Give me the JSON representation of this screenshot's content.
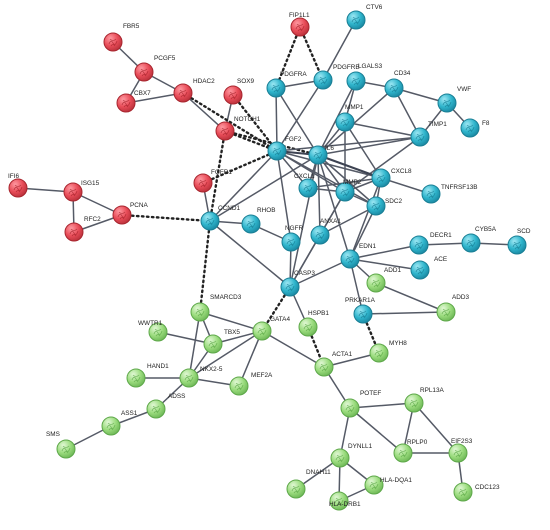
{
  "colors": {
    "red": "#e84c58",
    "red_stroke": "#a8262f",
    "cyan": "#2fb5cc",
    "cyan_stroke": "#1a7f95",
    "green": "#9bdc7e",
    "green_stroke": "#5ea84a",
    "edge": "#555a66"
  },
  "nodes": [
    {
      "id": "FBR5",
      "label": "FBR5",
      "color": "red",
      "icon": "protein-structure-icon"
    },
    {
      "id": "PCGF5",
      "label": "PCGF5",
      "color": "red",
      "icon": "protein-structure-icon"
    },
    {
      "id": "CBX7",
      "label": "CBX7",
      "color": "red",
      "icon": "protein-structure-icon"
    },
    {
      "id": "HDAC2",
      "label": "HDAC2",
      "color": "red",
      "icon": "protein-structure-icon"
    },
    {
      "id": "FIP1L1",
      "label": "FIP1L1",
      "color": "red",
      "icon": "protein-structure-icon"
    },
    {
      "id": "SOX9",
      "label": "SOX9",
      "color": "red",
      "icon": "protein-structure-icon"
    },
    {
      "id": "NOTCH1",
      "label": "NOTCH1",
      "color": "red",
      "icon": "protein-structure-icon"
    },
    {
      "id": "IFI6",
      "label": "IFI6",
      "color": "red",
      "icon": "protein-structure-icon"
    },
    {
      "id": "ISG15",
      "label": "ISG15",
      "color": "red",
      "icon": "protein-structure-icon"
    },
    {
      "id": "RFC2",
      "label": "RFC2",
      "color": "red",
      "icon": "protein-structure-icon"
    },
    {
      "id": "PCNA",
      "label": "PCNA",
      "color": "red",
      "icon": "protein-structure-icon"
    },
    {
      "id": "FGFR1",
      "label": "FGFR1",
      "color": "red",
      "icon": "protein-structure-icon"
    },
    {
      "id": "CTV6",
      "label": "CTV6",
      "color": "cyan",
      "icon": "protein-structure-icon"
    },
    {
      "id": "PDGFRB",
      "label": "PDGFRB",
      "color": "cyan",
      "icon": "protein-structure-icon"
    },
    {
      "id": "PDGFRA",
      "label": "PDGFRA",
      "color": "cyan",
      "icon": "protein-structure-icon"
    },
    {
      "id": "LGALS3",
      "label": "LGALS3",
      "color": "cyan",
      "icon": "protein-structure-icon"
    },
    {
      "id": "CD34",
      "label": "CD34",
      "color": "cyan",
      "icon": "protein-structure-icon"
    },
    {
      "id": "VWF",
      "label": "VWF",
      "color": "cyan",
      "icon": "protein-structure-icon"
    },
    {
      "id": "F8",
      "label": "F8",
      "color": "cyan",
      "icon": "protein-structure-icon"
    },
    {
      "id": "MMP1",
      "label": "MMP1",
      "color": "cyan",
      "icon": "protein-structure-icon"
    },
    {
      "id": "TIMP1",
      "label": "TIMP1",
      "color": "cyan",
      "icon": "protein-structure-icon"
    },
    {
      "id": "FGF2",
      "label": "FGF2",
      "color": "cyan",
      "icon": "protein-structure-icon"
    },
    {
      "id": "IL6",
      "label": "IL6",
      "color": "cyan",
      "icon": "protein-structure-icon"
    },
    {
      "id": "CXCL8",
      "label": "CXCL8",
      "color": "cyan",
      "icon": "protein-structure-icon"
    },
    {
      "id": "TNFRSF13B",
      "label": "TNFRSF13B",
      "color": "cyan",
      "icon": "protein-structure-icon"
    },
    {
      "id": "CXCL1",
      "label": "CXCL1",
      "color": "cyan",
      "icon": "protein-structure-icon"
    },
    {
      "id": "MMP2",
      "label": "MMP2",
      "color": "cyan",
      "icon": "protein-structure-icon"
    },
    {
      "id": "SDC2",
      "label": "SDC2",
      "color": "cyan",
      "icon": "protein-structure-icon"
    },
    {
      "id": "CCND1",
      "label": "CCND1",
      "color": "cyan",
      "icon": "protein-structure-icon"
    },
    {
      "id": "RHOB",
      "label": "RHOB",
      "color": "cyan",
      "icon": "protein-structure-icon"
    },
    {
      "id": "NGFR",
      "label": "NGFR",
      "color": "cyan",
      "icon": "protein-structure-icon"
    },
    {
      "id": "ANXA1",
      "label": "ANXA1",
      "color": "cyan",
      "icon": "protein-structure-icon"
    },
    {
      "id": "DECR1",
      "label": "DECR1",
      "color": "cyan",
      "icon": "protein-structure-icon"
    },
    {
      "id": "CYB5A",
      "label": "CYB5A",
      "color": "cyan",
      "icon": "protein-structure-icon"
    },
    {
      "id": "SCD",
      "label": "SCD",
      "color": "cyan",
      "icon": "protein-structure-icon"
    },
    {
      "id": "EDN1",
      "label": "EDN1",
      "color": "cyan",
      "icon": "protein-structure-icon"
    },
    {
      "id": "ACE",
      "label": "ACE",
      "color": "cyan",
      "icon": "protein-structure-icon"
    },
    {
      "id": "ADD1",
      "label": "ADD1",
      "color": "green",
      "icon": "protein-structure-icon"
    },
    {
      "id": "ADD3",
      "label": "ADD3",
      "color": "green",
      "icon": "protein-structure-icon"
    },
    {
      "id": "PRKAR1A",
      "label": "PRKAR1A",
      "color": "cyan",
      "icon": "protein-structure-icon"
    },
    {
      "id": "CASP3",
      "label": "CASP3",
      "color": "cyan",
      "icon": "protein-structure-icon"
    },
    {
      "id": "SMARCD3",
      "label": "SMARCD3",
      "color": "green",
      "icon": "protein-structure-icon"
    },
    {
      "id": "WWTR1",
      "label": "WWTR1",
      "color": "green",
      "icon": "protein-structure-icon"
    },
    {
      "id": "TBX5",
      "label": "TBX5",
      "color": "green",
      "icon": "protein-structure-icon"
    },
    {
      "id": "GATA4",
      "label": "GATA4",
      "color": "green",
      "icon": "protein-structure-icon"
    },
    {
      "id": "HSPB1",
      "label": "HSPB1",
      "color": "green",
      "icon": "protein-structure-icon"
    },
    {
      "id": "MYH8",
      "label": "MYH8",
      "color": "green",
      "icon": "protein-structure-icon"
    },
    {
      "id": "HAND1",
      "label": "HAND1",
      "color": "green",
      "icon": "protein-structure-icon"
    },
    {
      "id": "NKX2-5",
      "label": "NKX2-5",
      "color": "green",
      "icon": "protein-structure-icon"
    },
    {
      "id": "MEF2A",
      "label": "MEF2A",
      "color": "green",
      "icon": "protein-structure-icon"
    },
    {
      "id": "ACTA1",
      "label": "ACTA1",
      "color": "green",
      "icon": "protein-structure-icon"
    },
    {
      "id": "ADSS",
      "label": "ADSS",
      "color": "green",
      "icon": "protein-structure-icon"
    },
    {
      "id": "ASS1",
      "label": "ASS1",
      "color": "green",
      "icon": "protein-structure-icon"
    },
    {
      "id": "SMS",
      "label": "SMS",
      "color": "green",
      "icon": "protein-structure-icon"
    },
    {
      "id": "POTEF",
      "label": "POTEF",
      "color": "green",
      "icon": "protein-structure-icon"
    },
    {
      "id": "RPL13A",
      "label": "RPL13A",
      "color": "green",
      "icon": "protein-structure-icon"
    },
    {
      "id": "RPLP0",
      "label": "RPLP0",
      "color": "green",
      "icon": "protein-structure-icon"
    },
    {
      "id": "EIF2S3",
      "label": "EIF2S3",
      "color": "green",
      "icon": "protein-structure-icon"
    },
    {
      "id": "CDC123",
      "label": "CDC123",
      "color": "green",
      "icon": "protein-structure-icon"
    },
    {
      "id": "DYNLL1",
      "label": "DYNLL1",
      "color": "green",
      "icon": "protein-structure-icon"
    },
    {
      "id": "DNAH11",
      "label": "DNAH11",
      "color": "green",
      "icon": "protein-structure-icon"
    },
    {
      "id": "HLA-DRB1",
      "label": "HLA-DRB1",
      "color": "green",
      "icon": "protein-structure-icon"
    },
    {
      "id": "HLA-DQA1",
      "label": "HLA-DQA1",
      "color": "green",
      "icon": "protein-structure-icon"
    }
  ],
  "edges": [
    [
      "FBR5",
      "PCGF5",
      "solid"
    ],
    [
      "PCGF5",
      "CBX7",
      "solid"
    ],
    [
      "PCGF5",
      "HDAC2",
      "solid"
    ],
    [
      "CBX7",
      "HDAC2",
      "solid"
    ],
    [
      "HDAC2",
      "NOTCH1",
      "solid"
    ],
    [
      "SOX9",
      "NOTCH1",
      "solid"
    ],
    [
      "IFI6",
      "ISG15",
      "solid"
    ],
    [
      "ISG15",
      "RFC2",
      "solid"
    ],
    [
      "ISG15",
      "PCNA",
      "solid"
    ],
    [
      "RFC2",
      "PCNA",
      "solid"
    ],
    [
      "PCNA",
      "CCND1",
      "dotted"
    ],
    [
      "FIP1L1",
      "PDGFRA",
      "dotted"
    ],
    [
      "FIP1L1",
      "PDGFRB",
      "dotted"
    ],
    [
      "NOTCH1",
      "FGF2",
      "dotted"
    ],
    [
      "NOTCH1",
      "CCND1",
      "dotted"
    ],
    [
      "NOTCH1",
      "IL6",
      "dotted"
    ],
    [
      "SOX9",
      "FGF2",
      "dotted"
    ],
    [
      "HDAC2",
      "FGF2",
      "dotted"
    ],
    [
      "FGFR1",
      "FGF2",
      "dotted"
    ],
    [
      "FGFR1",
      "CCND1",
      "solid"
    ],
    [
      "CCND1",
      "SMARCD3",
      "dotted"
    ],
    [
      "CTV6",
      "PDGFRB",
      "solid"
    ],
    [
      "PDGFRB",
      "PDGFRA",
      "solid"
    ],
    [
      "PDGFRA",
      "FGF2",
      "solid"
    ],
    [
      "PDGFRA",
      "IL6",
      "solid"
    ],
    [
      "PDGFRB",
      "FGF2",
      "solid"
    ],
    [
      "LGALS3",
      "CD34",
      "solid"
    ],
    [
      "LGALS3",
      "IL6",
      "solid"
    ],
    [
      "LGALS3",
      "MMP1",
      "solid"
    ],
    [
      "CD34",
      "VWF",
      "solid"
    ],
    [
      "CD34",
      "TIMP1",
      "solid"
    ],
    [
      "CD34",
      "IL6",
      "solid"
    ],
    [
      "VWF",
      "F8",
      "solid"
    ],
    [
      "VWF",
      "TIMP1",
      "solid"
    ],
    [
      "MMP1",
      "TIMP1",
      "solid"
    ],
    [
      "MMP1",
      "IL6",
      "solid"
    ],
    [
      "MMP1",
      "MMP2",
      "solid"
    ],
    [
      "MMP1",
      "CXCL8",
      "solid"
    ],
    [
      "TIMP1",
      "IL6",
      "solid"
    ],
    [
      "TIMP1",
      "MMP2",
      "solid"
    ],
    [
      "TIMP1",
      "FGF2",
      "solid"
    ],
    [
      "FGF2",
      "IL6",
      "heavy"
    ],
    [
      "FGF2",
      "CXCL8",
      "solid"
    ],
    [
      "FGF2",
      "MMP2",
      "solid"
    ],
    [
      "FGF2",
      "CCND1",
      "solid"
    ],
    [
      "FGF2",
      "CXCL1",
      "solid"
    ],
    [
      "FGF2",
      "SDC2",
      "solid"
    ],
    [
      "FGF2",
      "NGFR",
      "solid"
    ],
    [
      "IL6",
      "CXCL8",
      "heavy"
    ],
    [
      "IL6",
      "CXCL1",
      "solid"
    ],
    [
      "IL6",
      "MMP2",
      "solid"
    ],
    [
      "IL6",
      "SDC2",
      "solid"
    ],
    [
      "IL6",
      "CCND1",
      "solid"
    ],
    [
      "IL6",
      "CASP3",
      "solid"
    ],
    [
      "IL6",
      "ANXA1",
      "solid"
    ],
    [
      "IL6",
      "EDN1",
      "solid"
    ],
    [
      "CXCL8",
      "TNFRSF13B",
      "solid"
    ],
    [
      "CXCL8",
      "CXCL1",
      "solid"
    ],
    [
      "CXCL8",
      "SDC2",
      "solid"
    ],
    [
      "CXCL8",
      "MMP2",
      "solid"
    ],
    [
      "CXCL8",
      "EDN1",
      "solid"
    ],
    [
      "CXCL1",
      "MMP2",
      "solid"
    ],
    [
      "MMP2",
      "SDC2",
      "solid"
    ],
    [
      "MMP2",
      "ANXA1",
      "solid"
    ],
    [
      "MMP2",
      "CASP3",
      "solid"
    ],
    [
      "SDC2",
      "ANXA1",
      "solid"
    ],
    [
      "SDC2",
      "EDN1",
      "solid"
    ],
    [
      "CCND1",
      "RHOB",
      "solid"
    ],
    [
      "CCND1",
      "CASP3",
      "solid"
    ],
    [
      "NGFR",
      "CASP3",
      "solid"
    ],
    [
      "RHOB",
      "NGFR",
      "solid"
    ],
    [
      "ANXA1",
      "CASP3",
      "solid"
    ],
    [
      "EDN1",
      "CASP3",
      "solid"
    ],
    [
      "EDN1",
      "ACE",
      "solid"
    ],
    [
      "EDN1",
      "DECR1",
      "solid"
    ],
    [
      "EDN1",
      "ADD1",
      "solid"
    ],
    [
      "EDN1",
      "PRKAR1A",
      "solid"
    ],
    [
      "DECR1",
      "CYB5A",
      "solid"
    ],
    [
      "CYB5A",
      "SCD",
      "solid"
    ],
    [
      "ADD1",
      "ADD3",
      "solid"
    ],
    [
      "PRKAR1A",
      "ADD3",
      "solid"
    ],
    [
      "PRKAR1A",
      "MYH8",
      "dotted"
    ],
    [
      "CASP3",
      "GATA4",
      "dotted"
    ],
    [
      "CASP3",
      "HSPB1",
      "solid"
    ],
    [
      "HSPB1",
      "ACTA1",
      "dotted"
    ],
    [
      "GATA4",
      "ACTA1",
      "solid"
    ],
    [
      "MYH8",
      "ACTA1",
      "solid"
    ],
    [
      "SMARCD3",
      "TBX5",
      "solid"
    ],
    [
      "SMARCD3",
      "NKX2-5",
      "solid"
    ],
    [
      "SMARCD3",
      "GATA4",
      "solid"
    ],
    [
      "WWTR1",
      "TBX5",
      "solid"
    ],
    [
      "TBX5",
      "GATA4",
      "solid"
    ],
    [
      "TBX5",
      "NKX2-5",
      "solid"
    ],
    [
      "GATA4",
      "NKX2-5",
      "solid"
    ],
    [
      "GATA4",
      "MEF2A",
      "solid"
    ],
    [
      "HAND1",
      "NKX2-5",
      "solid"
    ],
    [
      "NKX2-5",
      "MEF2A",
      "solid"
    ],
    [
      "NKX2-5",
      "ADSS",
      "solid"
    ],
    [
      "ADSS",
      "ASS1",
      "solid"
    ],
    [
      "ASS1",
      "SMS",
      "solid"
    ],
    [
      "ACTA1",
      "POTEF",
      "solid"
    ],
    [
      "POTEF",
      "RPL13A",
      "solid"
    ],
    [
      "POTEF",
      "RPLP0",
      "solid"
    ],
    [
      "POTEF",
      "DYNLL1",
      "solid"
    ],
    [
      "RPL13A",
      "RPLP0",
      "solid"
    ],
    [
      "RPL13A",
      "EIF2S3",
      "solid"
    ],
    [
      "RPLP0",
      "EIF2S3",
      "solid"
    ],
    [
      "EIF2S3",
      "CDC123",
      "solid"
    ],
    [
      "DYNLL1",
      "DNAH11",
      "solid"
    ],
    [
      "DYNLL1",
      "HLA-DRB1",
      "solid"
    ],
    [
      "DYNLL1",
      "HLA-DQA1",
      "solid"
    ],
    [
      "HLA-DRB1",
      "HLA-DQA1",
      "solid"
    ]
  ]
}
